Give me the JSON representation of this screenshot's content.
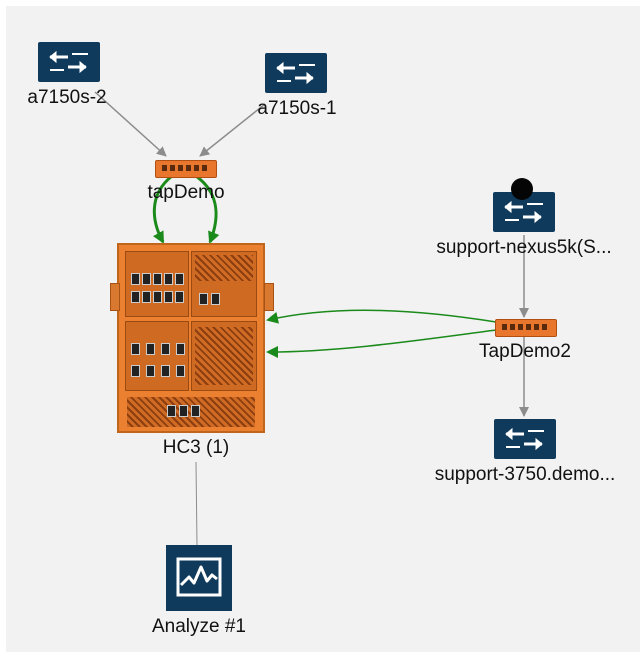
{
  "nodes": {
    "switch_a": {
      "label": "a7150s-2",
      "icon": "switch-icon"
    },
    "switch_b": {
      "label": "a7150s-1",
      "icon": "switch-icon"
    },
    "tap_a": {
      "label": "tapDemo",
      "icon": "tap-device-icon"
    },
    "chassis": {
      "label": "HC3  (1)",
      "icon": "chassis-icon"
    },
    "switch_c": {
      "label": "support-nexus5k(S...",
      "icon": "switch-icon",
      "status": "black-dot"
    },
    "tap_b": {
      "label": "TapDemo2",
      "icon": "tap-device-icon"
    },
    "switch_d": {
      "label": "support-3750.demo...",
      "icon": "switch-icon"
    },
    "analyze": {
      "label": "Analyze #1",
      "icon": "analytics-chart-icon"
    }
  },
  "colors": {
    "canvas_bg": "#f2f2f2",
    "switch_blue": "#0f3a5c",
    "tap_orange": "#e8762d",
    "flow_green": "#1a8a1a",
    "link_gray": "#8c8c8c"
  }
}
